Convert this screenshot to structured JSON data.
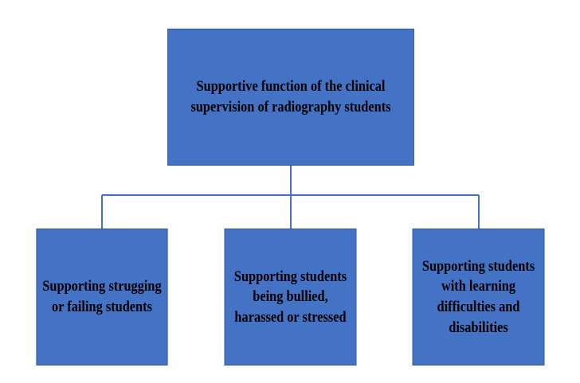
{
  "diagram": {
    "root": {
      "label": "Supportive function of the clinical supervision of radiography students"
    },
    "children": [
      {
        "label": "Supporting strugging or failing students"
      },
      {
        "label": "Supporting students being bullied, harassed or stressed"
      },
      {
        "label": "Supporting students with learning difficulties and disabilities"
      }
    ],
    "colors": {
      "box_fill": "#4472c4",
      "box_border": "#2f5597",
      "connector": "#4472c4",
      "text": "#000000"
    }
  }
}
